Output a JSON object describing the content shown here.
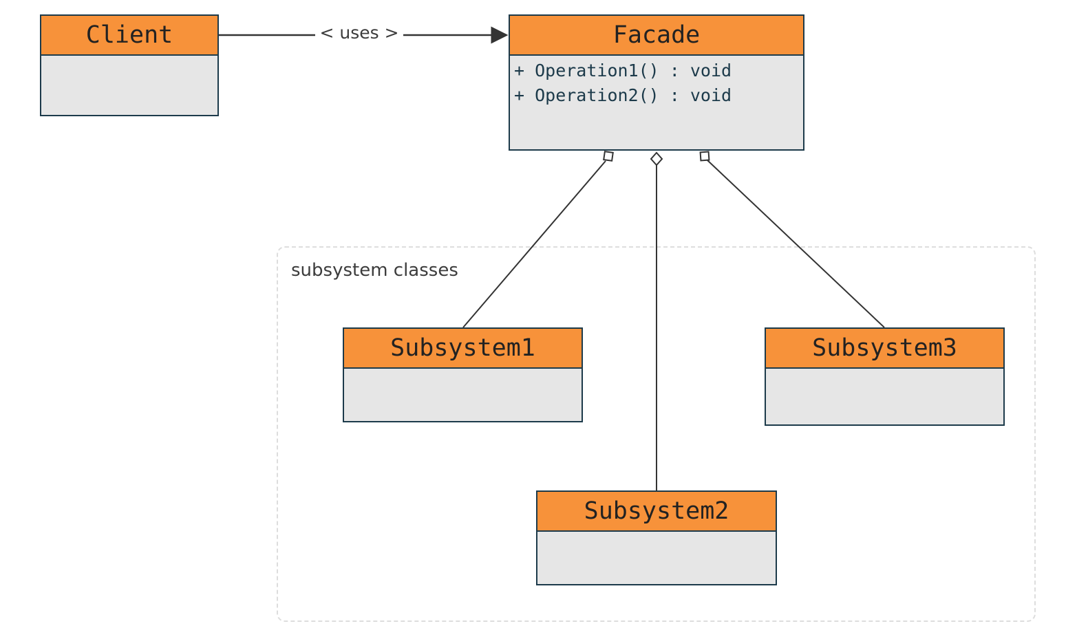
{
  "diagram": {
    "group": {
      "label": "subsystem classes"
    },
    "association": {
      "label": "< uses >"
    },
    "classes": {
      "client": {
        "name": "Client",
        "operations": []
      },
      "facade": {
        "name": "Facade",
        "operations": [
          "+ Operation1() : void",
          "+ Operation2() : void"
        ]
      },
      "subsystem1": {
        "name": "Subsystem1",
        "operations": []
      },
      "subsystem2": {
        "name": "Subsystem2",
        "operations": []
      },
      "subsystem3": {
        "name": "Subsystem3",
        "operations": []
      }
    },
    "colors": {
      "header_fill": "#f7923a",
      "body_fill": "#e6e6e6",
      "border": "#1c3a4a",
      "connector": "#333333",
      "group_border": "#dddddd"
    }
  }
}
